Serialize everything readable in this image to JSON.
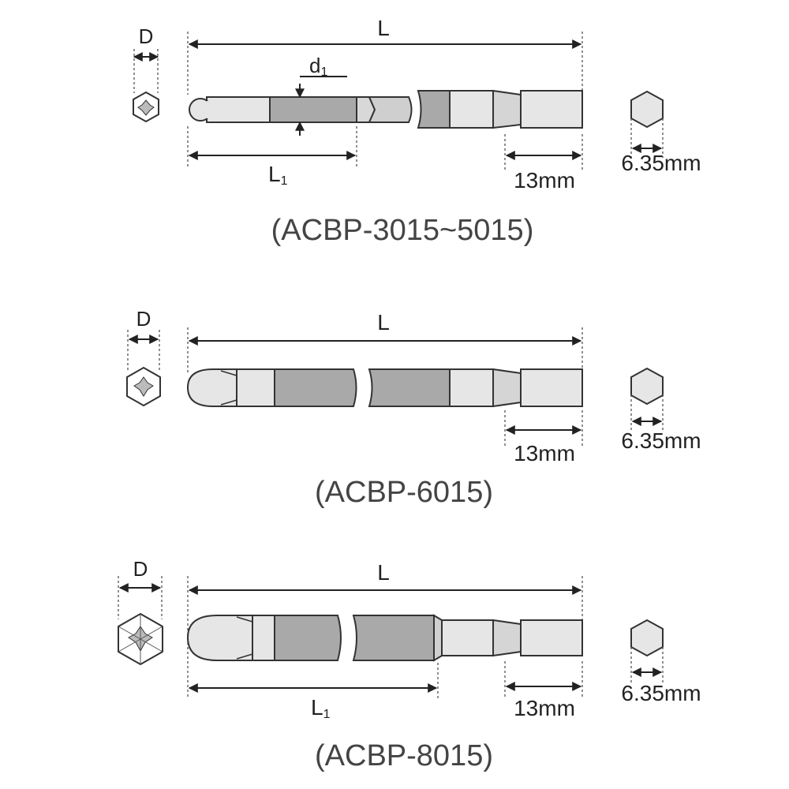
{
  "diagrams": [
    {
      "caption": "(ACBP-3015~5015)",
      "labels": {
        "D": "D",
        "L": "L",
        "d1": "d",
        "d1_sub": "1",
        "L1": "L",
        "L1_sub": "1",
        "shank_len": "13mm",
        "hex_size": "6.35mm"
      }
    },
    {
      "caption": "(ACBP-6015)",
      "labels": {
        "D": "D",
        "L": "L",
        "shank_len": "13mm",
        "hex_size": "6.35mm"
      }
    },
    {
      "caption": "(ACBP-8015)",
      "labels": {
        "D": "D",
        "L": "L",
        "L1": "L",
        "L1_sub": "1",
        "shank_len": "13mm",
        "hex_size": "6.35mm"
      }
    }
  ],
  "colors": {
    "line": "#222222",
    "light_fill": "#e6e6e6",
    "mid_fill": "#cfcfcf",
    "dark_fill": "#a9a9a9"
  }
}
